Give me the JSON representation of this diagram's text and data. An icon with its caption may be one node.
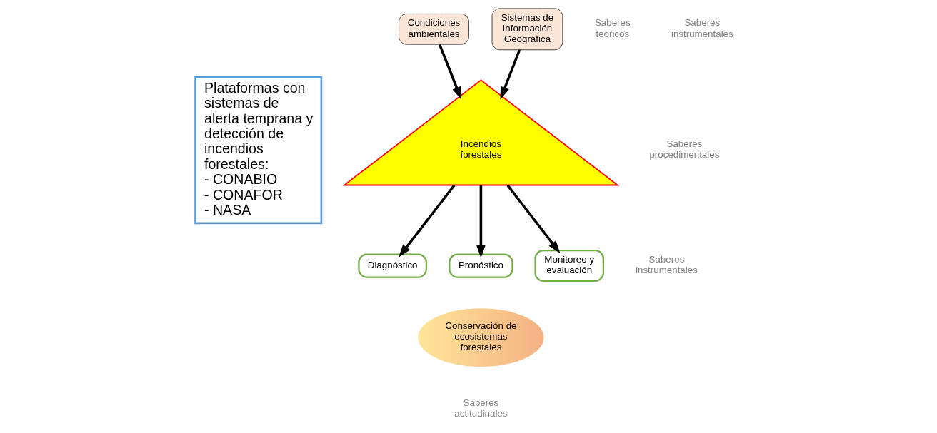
{
  "diagram": {
    "nodes": [
      {
        "text": [
          "Condiciones ambientales"
        ]
      },
      {
        "text": [
          "Sistemas de Información Geográfica"
        ]
      },
      {
        "text": [
          "Plataformas con sistemas de alerta temprana y detección de incendios forestales:",
          "- CONABIO",
          "- CONAFOR",
          "- NASA"
        ]
      },
      {
        "text": [
          "Incendios forestales"
        ]
      },
      {
        "text": [
          "Diagnóstico"
        ]
      },
      {
        "text": [
          "Pronóstico"
        ]
      },
      {
        "text": [
          "Monitoreo y evaluación"
        ]
      },
      {
        "text": [
          "Conservación de ecosistemas forestales"
        ]
      }
    ],
    "edges": [
      {
        "from": 0,
        "to": 3,
        "arrow": "to"
      },
      {
        "from": 1,
        "to": 3,
        "arrow": "to"
      },
      {
        "from": 3,
        "to": 4,
        "arrow": "to"
      },
      {
        "from": 3,
        "to": 5,
        "arrow": "to"
      },
      {
        "from": 3,
        "to": 6,
        "arrow": "to"
      }
    ],
    "labels": [
      "Saberes teóricos",
      "Saberes instrumentales",
      "Saberes procedimentales",
      "Saberes instrumentales",
      "Saberes actitudinales"
    ]
  }
}
